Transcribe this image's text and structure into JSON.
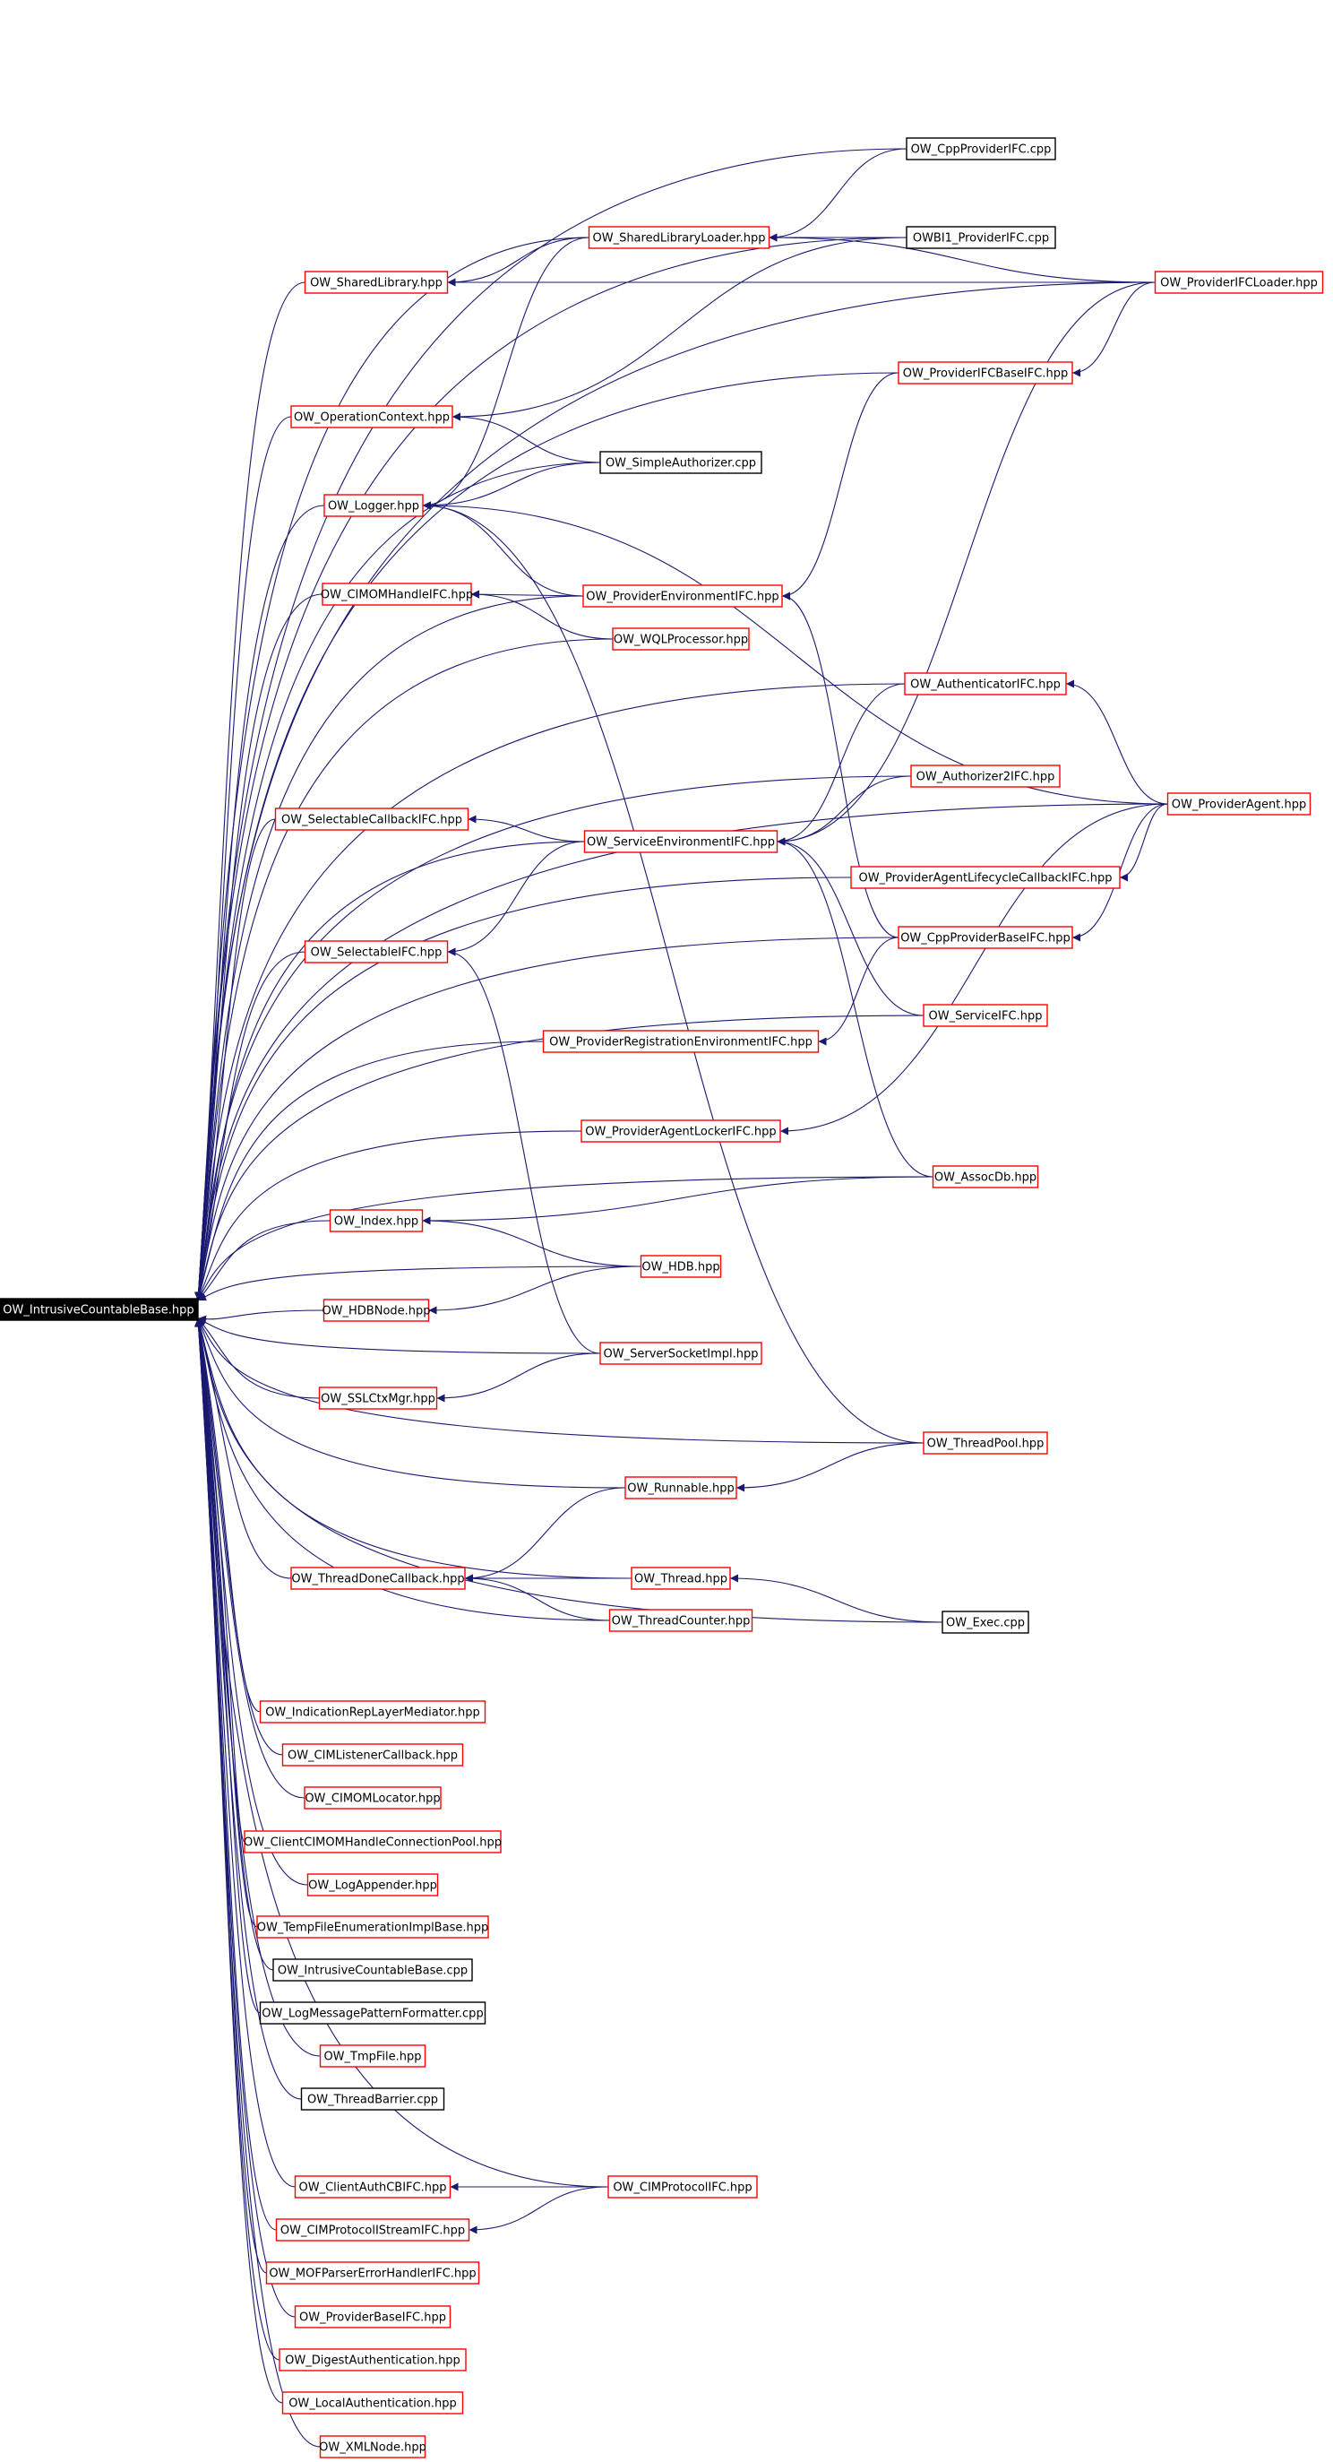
{
  "graph": {
    "root": "OW_IntrusiveCountableBase.hpp",
    "nodes": [
      {
        "id": "root",
        "label": "OW_IntrusiveCountableBase.hpp",
        "style": "root"
      },
      {
        "id": "cppprov",
        "label": "OW_CppProviderIFC.cpp",
        "style": "black"
      },
      {
        "id": "sharedloader",
        "label": "OW_SharedLibraryLoader.hpp",
        "style": "red"
      },
      {
        "id": "owbi1",
        "label": "OWBI1_ProviderIFC.cpp",
        "style": "black"
      },
      {
        "id": "sharedlib",
        "label": "OW_SharedLibrary.hpp",
        "style": "red"
      },
      {
        "id": "provloader",
        "label": "OW_ProviderIFCLoader.hpp",
        "style": "red"
      },
      {
        "id": "provbase",
        "label": "OW_ProviderIFCBaseIFC.hpp",
        "style": "red"
      },
      {
        "id": "opctx",
        "label": "OW_OperationContext.hpp",
        "style": "red"
      },
      {
        "id": "simpleauth",
        "label": "OW_SimpleAuthorizer.cpp",
        "style": "black"
      },
      {
        "id": "logger",
        "label": "OW_Logger.hpp",
        "style": "red"
      },
      {
        "id": "cimomh",
        "label": "OW_CIMOMHandleIFC.hpp",
        "style": "red"
      },
      {
        "id": "provenv",
        "label": "OW_ProviderEnvironmentIFC.hpp",
        "style": "red"
      },
      {
        "id": "wql",
        "label": "OW_WQLProcessor.hpp",
        "style": "red"
      },
      {
        "id": "authifc",
        "label": "OW_AuthenticatorIFC.hpp",
        "style": "red"
      },
      {
        "id": "authz2",
        "label": "OW_Authorizer2IFC.hpp",
        "style": "red"
      },
      {
        "id": "provagent",
        "label": "OW_ProviderAgent.hpp",
        "style": "red"
      },
      {
        "id": "selcb",
        "label": "OW_SelectableCallbackIFC.hpp",
        "style": "red"
      },
      {
        "id": "servenv",
        "label": "OW_ServiceEnvironmentIFC.hpp",
        "style": "red"
      },
      {
        "id": "palcb",
        "label": "OW_ProviderAgentLifecycleCallbackIFC.hpp",
        "style": "red"
      },
      {
        "id": "selifc",
        "label": "OW_SelectableIFC.hpp",
        "style": "red"
      },
      {
        "id": "cppbase",
        "label": "OW_CppProviderBaseIFC.hpp",
        "style": "red"
      },
      {
        "id": "provreg",
        "label": "OW_ProviderRegistrationEnvironmentIFC.hpp",
        "style": "red"
      },
      {
        "id": "svcifc",
        "label": "OW_ServiceIFC.hpp",
        "style": "red"
      },
      {
        "id": "palocker",
        "label": "OW_ProviderAgentLockerIFC.hpp",
        "style": "red"
      },
      {
        "id": "assocdb",
        "label": "OW_AssocDb.hpp",
        "style": "red"
      },
      {
        "id": "index",
        "label": "OW_Index.hpp",
        "style": "red"
      },
      {
        "id": "hdb",
        "label": "OW_HDB.hpp",
        "style": "red"
      },
      {
        "id": "hdbnode",
        "label": "OW_HDBNode.hpp",
        "style": "red"
      },
      {
        "id": "servsock",
        "label": "OW_ServerSocketImpl.hpp",
        "style": "red"
      },
      {
        "id": "sslctx",
        "label": "OW_SSLCtxMgr.hpp",
        "style": "red"
      },
      {
        "id": "threadpool",
        "label": "OW_ThreadPool.hpp",
        "style": "red"
      },
      {
        "id": "runnable",
        "label": "OW_Runnable.hpp",
        "style": "red"
      },
      {
        "id": "tdcb",
        "label": "OW_ThreadDoneCallback.hpp",
        "style": "red"
      },
      {
        "id": "thread",
        "label": "OW_Thread.hpp",
        "style": "red"
      },
      {
        "id": "tcounter",
        "label": "OW_ThreadCounter.hpp",
        "style": "red"
      },
      {
        "id": "exec",
        "label": "OW_Exec.cpp",
        "style": "black"
      },
      {
        "id": "indrep",
        "label": "OW_IndicationRepLayerMediator.hpp",
        "style": "red"
      },
      {
        "id": "cimlist",
        "label": "OW_CIMListenerCallback.hpp",
        "style": "red"
      },
      {
        "id": "cimomloc",
        "label": "OW_CIMOMLocator.hpp",
        "style": "red"
      },
      {
        "id": "clientpool",
        "label": "OW_ClientCIMOMHandleConnectionPool.hpp",
        "style": "red"
      },
      {
        "id": "logapp",
        "label": "OW_LogAppender.hpp",
        "style": "red"
      },
      {
        "id": "tempfile",
        "label": "OW_TempFileEnumerationImplBase.hpp",
        "style": "red"
      },
      {
        "id": "iccpp",
        "label": "OW_IntrusiveCountableBase.cpp",
        "style": "black"
      },
      {
        "id": "logmsg",
        "label": "OW_LogMessagePatternFormatter.cpp",
        "style": "black"
      },
      {
        "id": "tmpfile",
        "label": "OW_TmpFile.hpp",
        "style": "red"
      },
      {
        "id": "tbarrier",
        "label": "OW_ThreadBarrier.cpp",
        "style": "black"
      },
      {
        "id": "clientauth",
        "label": "OW_ClientAuthCBIFC.hpp",
        "style": "red"
      },
      {
        "id": "cimproto",
        "label": "OW_CIMProtocolIFC.hpp",
        "style": "red"
      },
      {
        "id": "cimprotostream",
        "label": "OW_CIMProtocolIStreamIFC.hpp",
        "style": "red"
      },
      {
        "id": "mofparser",
        "label": "OW_MOFParserErrorHandlerIFC.hpp",
        "style": "red"
      },
      {
        "id": "provbaseifc",
        "label": "OW_ProviderBaseIFC.hpp",
        "style": "red"
      },
      {
        "id": "digest",
        "label": "OW_DigestAuthentication.hpp",
        "style": "red"
      },
      {
        "id": "localauth",
        "label": "OW_LocalAuthentication.hpp",
        "style": "red"
      },
      {
        "id": "xmlnode",
        "label": "OW_XMLNode.hpp",
        "style": "red"
      }
    ],
    "edges": [
      [
        "cppprov",
        "sharedloader"
      ],
      [
        "owbi1",
        "sharedloader"
      ],
      [
        "provloader",
        "sharedloader"
      ],
      [
        "sharedloader",
        "sharedlib"
      ],
      [
        "provloader",
        "sharedlib"
      ],
      [
        "owbi1",
        "opctx"
      ],
      [
        "simpleauth",
        "opctx"
      ],
      [
        "sharedloader",
        "logger"
      ],
      [
        "simpleauth",
        "logger"
      ],
      [
        "provenv",
        "logger"
      ],
      [
        "provagent",
        "logger"
      ],
      [
        "threadpool",
        "logger"
      ],
      [
        "provbase",
        "provenv"
      ],
      [
        "cppbase",
        "provenv"
      ],
      [
        "provenv",
        "cimomh"
      ],
      [
        "wql",
        "cimomh"
      ],
      [
        "provloader",
        "servenv"
      ],
      [
        "authifc",
        "servenv"
      ],
      [
        "authz2",
        "servenv"
      ],
      [
        "svcifc",
        "servenv"
      ],
      [
        "assocdb",
        "servenv"
      ],
      [
        "servenv",
        "selcb"
      ],
      [
        "servenv",
        "selifc"
      ],
      [
        "servsock",
        "selifc"
      ],
      [
        "provagent",
        "authifc"
      ],
      [
        "provagent",
        "palcb"
      ],
      [
        "provagent",
        "cppbase"
      ],
      [
        "provagent",
        "palocker"
      ],
      [
        "cppbase",
        "provreg"
      ],
      [
        "provloader",
        "provbase"
      ],
      [
        "assocdb",
        "index"
      ],
      [
        "hdb",
        "index"
      ],
      [
        "hdb",
        "hdbnode"
      ],
      [
        "servsock",
        "sslctx"
      ],
      [
        "threadpool",
        "runnable"
      ],
      [
        "runnable",
        "tdcb"
      ],
      [
        "thread",
        "tdcb"
      ],
      [
        "tcounter",
        "tdcb"
      ],
      [
        "exec",
        "thread"
      ],
      [
        "cimproto",
        "clientauth"
      ],
      [
        "cimproto",
        "cimprotostream"
      ]
    ]
  }
}
